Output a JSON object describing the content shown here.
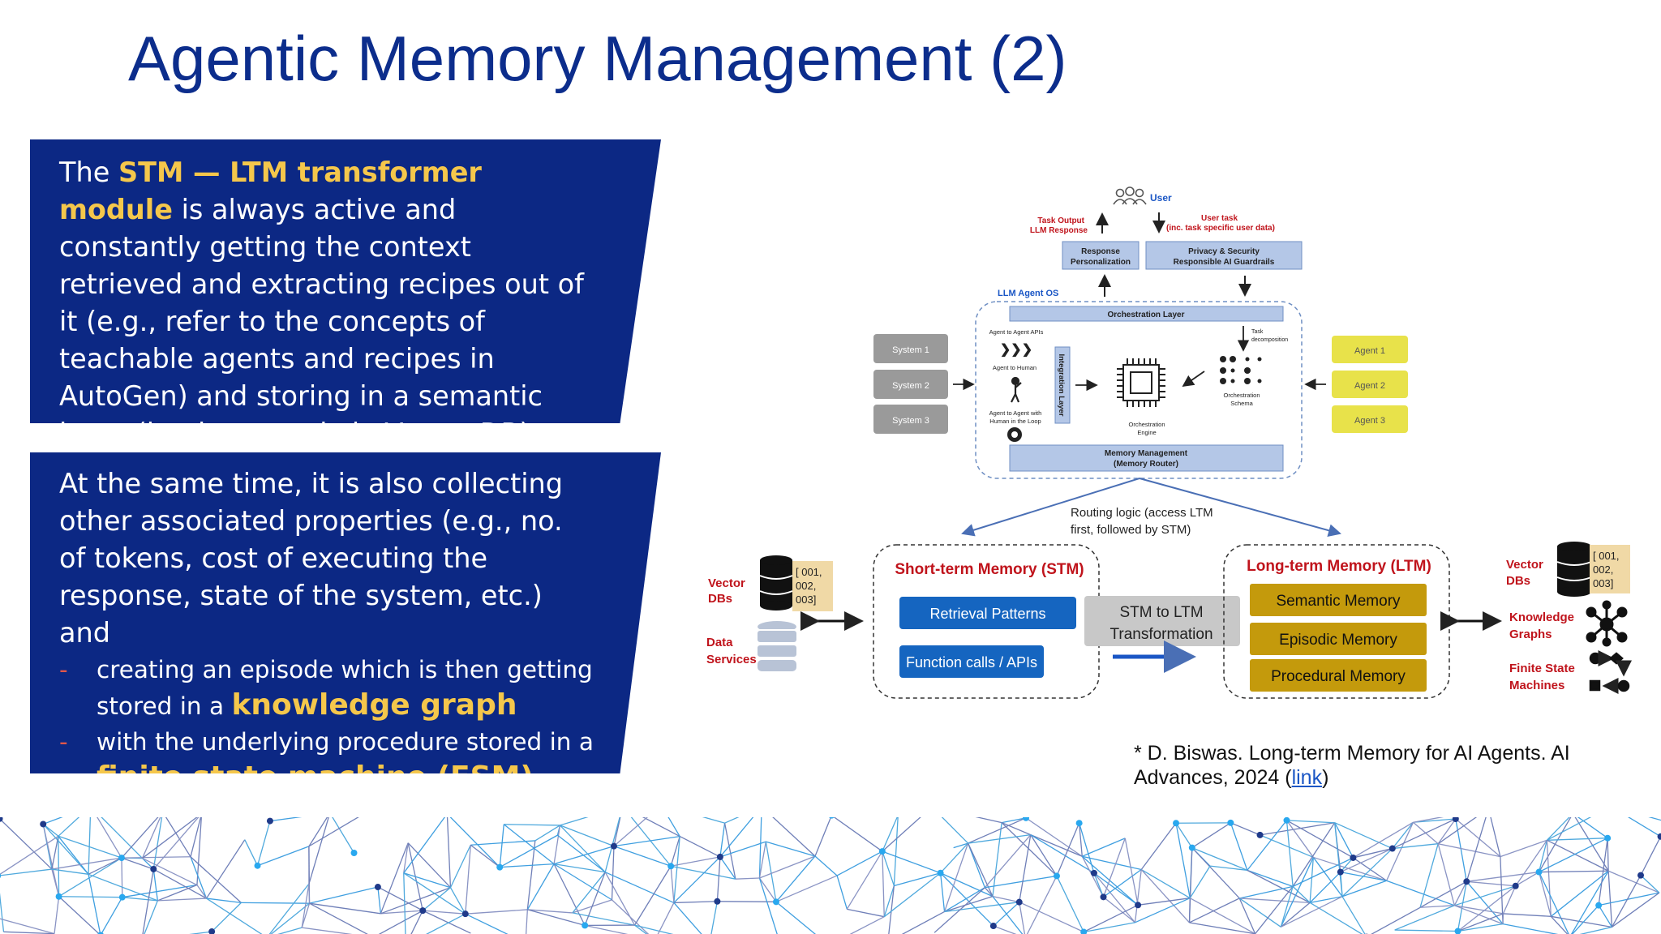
{
  "title": "Agentic Memory Management (2)",
  "panel1": {
    "pre": "The ",
    "highlight": "STM — LTM transformer module",
    "rest": " is always active and constantly getting the context retrieved and extracting recipes out of it (e.g., refer to the concepts of teachable agents and recipes in AutoGen) and storing in a semantic layer (implemented via Vector DB)."
  },
  "panel2": {
    "intro": "At the same time, it is also collecting other associated properties (e.g., no. of tokens, cost of executing the response, state of the system, etc.) and",
    "bullets": [
      {
        "dash": "-",
        "text": "creating an episode which is then getting stored in a ",
        "highlight": "knowledge graph",
        "end": ""
      },
      {
        "dash": "-",
        "text": "with the underlying procedure stored in a ",
        "highlight": "finite state machine (FSM)",
        "end": "."
      }
    ]
  },
  "citation": {
    "text": "* D. Biswas. Long-term Memory for AI Agents. AI Advances, 2024 (",
    "link": "link",
    "end": ")"
  },
  "diagram": {
    "user": "User",
    "task_output": [
      "Task Output",
      "LLM Response"
    ],
    "user_task": [
      "User task",
      "(inc. task specific user data)"
    ],
    "response_personalization": [
      "Response",
      "Personalization"
    ],
    "privacy": [
      "Privacy & Security",
      "Responsible AI Guardrails"
    ],
    "llm_agent_os": "LLM Agent OS",
    "orchestration_layer": "Orchestration Layer",
    "agent_to_agent_apis": "Agent to Agent APIs",
    "agent_to_human": "Agent to Human",
    "agent_human_loop": [
      "Agent to Agent with",
      "Human in the Loop"
    ],
    "integration_layer": "Integration Layer",
    "orchestration_engine": [
      "Orchestration",
      "Engine"
    ],
    "task_decomposition": [
      "Task",
      "decomposition"
    ],
    "orchestration_schema": [
      "Orchestration",
      "Schema"
    ],
    "memory_management": [
      "Memory Management",
      "(Memory Router)"
    ],
    "systems": [
      "System 1",
      "System 2",
      "System 3"
    ],
    "agents": [
      "Agent 1",
      "Agent 2",
      "Agent 3"
    ],
    "routing_logic": [
      "Routing logic (access LTM",
      "first, followed by STM)"
    ],
    "stm_title": "Short-term Memory (STM)",
    "stm_items": [
      "Retrieval Patterns",
      "Function calls / APIs"
    ],
    "ltm_title": "Long-term Memory (LTM)",
    "ltm_items": [
      "Semantic Memory",
      "Episodic Memory",
      "Procedural Memory"
    ],
    "transform": [
      "STM to LTM",
      "Transformation"
    ],
    "vector_dbs": [
      "Vector",
      "DBs"
    ],
    "data_services": [
      "Data",
      "Services"
    ],
    "db_note": [
      "[ 001,",
      "002,",
      "003]"
    ],
    "knowledge_graphs": [
      "Knowledge",
      "Graphs"
    ],
    "fsm": [
      "Finite State",
      "Machines"
    ]
  },
  "colors": {
    "title": "#0c2d8c",
    "panel": "#0c2884",
    "highlight": "#f5c74b",
    "stm_blue": "#1565c0",
    "ltm_gold": "#c49a0c",
    "red_label": "#c0141c",
    "agent_yellow": "#e8e24a",
    "system_gray": "#9a9a9a"
  }
}
